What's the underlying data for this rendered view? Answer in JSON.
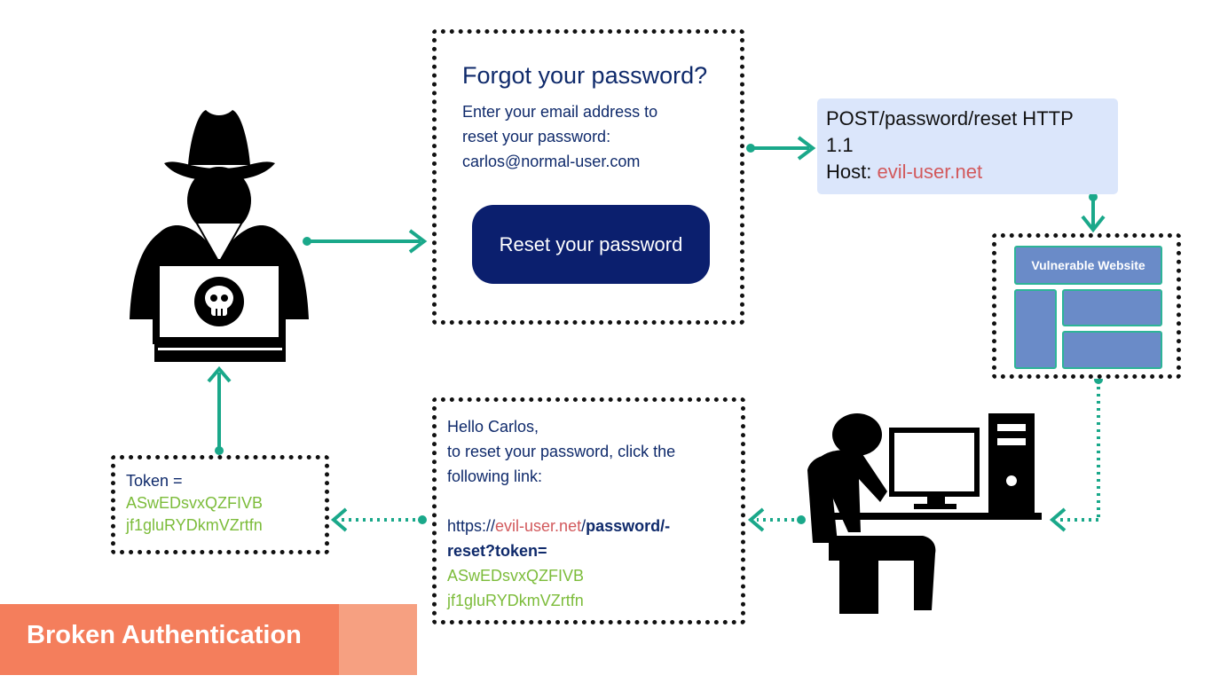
{
  "forgot_form": {
    "title": "Forgot your password?",
    "desc_line1": "Enter your email address to",
    "desc_line2": "reset your password:",
    "email": "carlos@normal-user.com",
    "button_label": "Reset your password"
  },
  "request": {
    "line1": "POST/password/reset HTTP",
    "line2": "1.1",
    "host_label": "Host: ",
    "host_value": "evil-user.net"
  },
  "website": {
    "title": "Vulnerable Website"
  },
  "email_message": {
    "greeting": "Hello Carlos,",
    "line2": "to reset your password, click the",
    "line3": "following link:",
    "link_prefix": "https://",
    "link_domain": "evil-user.net",
    "link_slash": "/",
    "link_path1": "password/-",
    "link_path2": "reset?token=",
    "token1": "ASwEDsvxQZFIVB",
    "token2": "jf1gluRYDkmVZrtfn"
  },
  "token_box": {
    "label": "Token =",
    "token1": "ASwEDsvxQZFIVB",
    "token2": "jf1gluRYDkmVZrtfn"
  },
  "footer": {
    "label": "Broken Authentication"
  },
  "colors": {
    "navy": "#0f2a6b",
    "button": "#0b1f6e",
    "arrow": "#1aa88a",
    "token_green": "#7cbc3a",
    "evil_red": "#d2595c",
    "request_bg": "#dbe6fb",
    "web_panel": "#6a8bc8",
    "footer": "#f47e5c"
  },
  "icons": [
    "hacker-icon",
    "skull-icon",
    "laptop-icon",
    "user-at-computer-icon",
    "desktop-tower-icon"
  ]
}
